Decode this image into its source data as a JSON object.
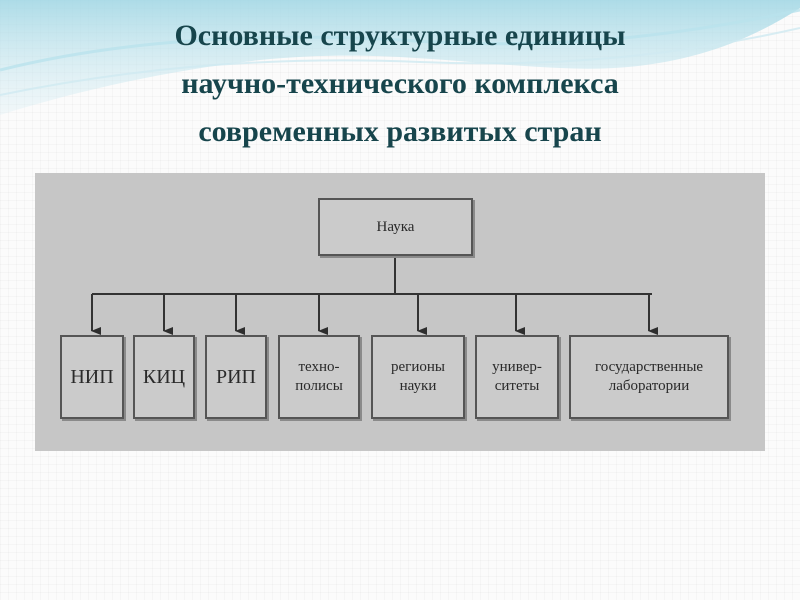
{
  "slide": {
    "title_lines": [
      "Основные структурные единицы",
      "научно-технического комплекса",
      "современных развитых стран"
    ]
  },
  "diagram": {
    "root": "Наука",
    "children": [
      {
        "lines": [
          "НИП"
        ]
      },
      {
        "lines": [
          "КИЦ"
        ]
      },
      {
        "lines": [
          "РИП"
        ]
      },
      {
        "lines": [
          "техно-",
          "полисы"
        ]
      },
      {
        "lines": [
          "регионы",
          "науки"
        ]
      },
      {
        "lines": [
          "универ-",
          "ситеты"
        ]
      },
      {
        "lines": [
          "государственные",
          "лаборатории"
        ]
      }
    ]
  },
  "colors": {
    "title": "#17454c",
    "panel": "#c6c6c6",
    "lines": "#333333"
  }
}
